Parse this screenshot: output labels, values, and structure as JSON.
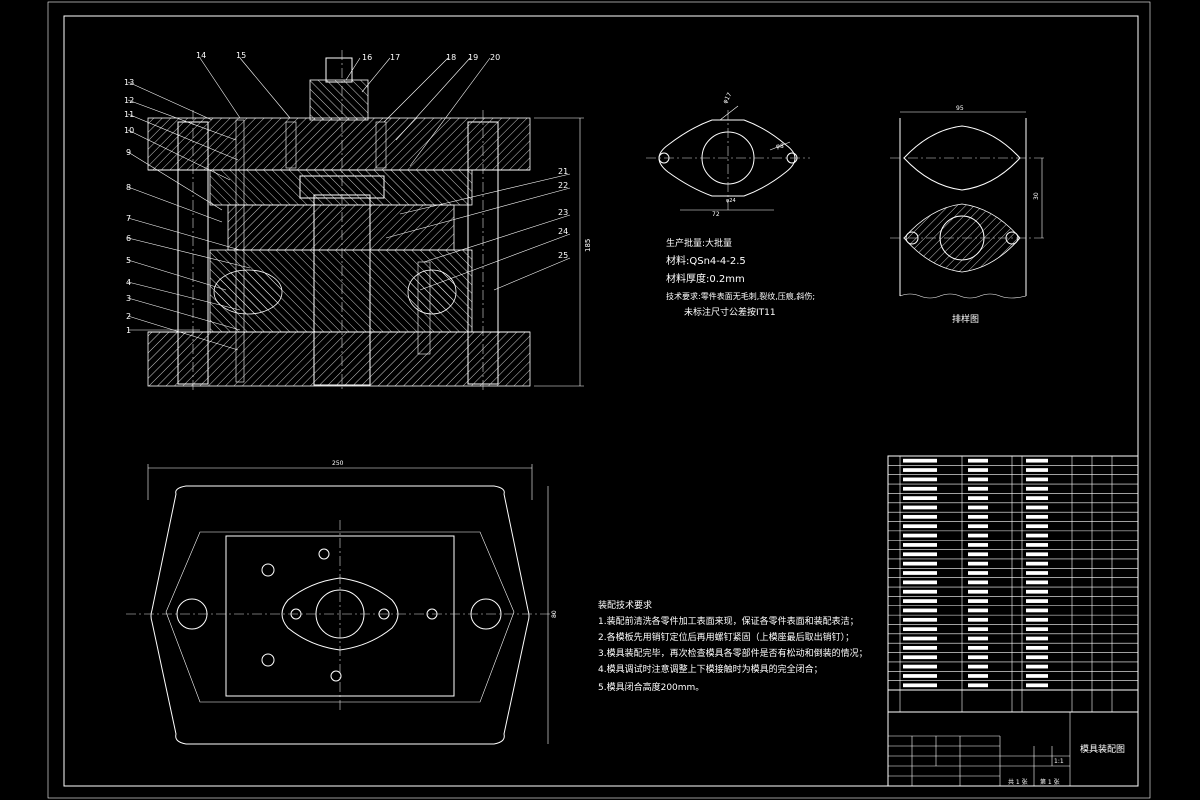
{
  "part_numbers": [
    "1",
    "2",
    "3",
    "4",
    "5",
    "6",
    "7",
    "8",
    "9",
    "10",
    "11",
    "12",
    "13",
    "14",
    "15",
    "16",
    "17",
    "18",
    "19",
    "20",
    "21",
    "22",
    "23",
    "24",
    "25"
  ],
  "part_dims": {
    "d1": "φ17",
    "d2": "φ8",
    "d3": "φ24",
    "d4": "72"
  },
  "strip_layout": {
    "width_dim": "95",
    "pitch_dim": "30",
    "title": "排样图"
  },
  "part_notes": {
    "volume": "生产批量:大批量",
    "material": "材料:QSn4-4-2.5",
    "thickness": "材料厚度:0.2mm",
    "requirement": "技术要求:零件表面无毛刺,裂纹,压痕,斜伤;",
    "tolerance": "未标注尺寸公差按IT11"
  },
  "assembly_dims": {
    "height": "185",
    "plan_width": "250",
    "plan_height": "80"
  },
  "tech_requirements": {
    "title": "装配技术要求",
    "items": [
      "1.装配前清洗各零件加工表面来现，保证各零件表面和装配表洁；",
      "2.各模板先用销钉定位后再用螺钉紧固（上模座最后取出销钉）；",
      "3.模具装配完毕，再次检查模具各零部件是否有松动和倒装的情况；",
      "4.模具调试时注意调整上下模接触时为模具的完全闭合；",
      "5.模具闭合高度200mm。"
    ]
  },
  "bom_rows": 25,
  "title_block": {
    "drawing_name": "模具装配图",
    "sheet_total": "共 1 张",
    "sheet_no": "第 1 张",
    "scale": "1:1"
  }
}
